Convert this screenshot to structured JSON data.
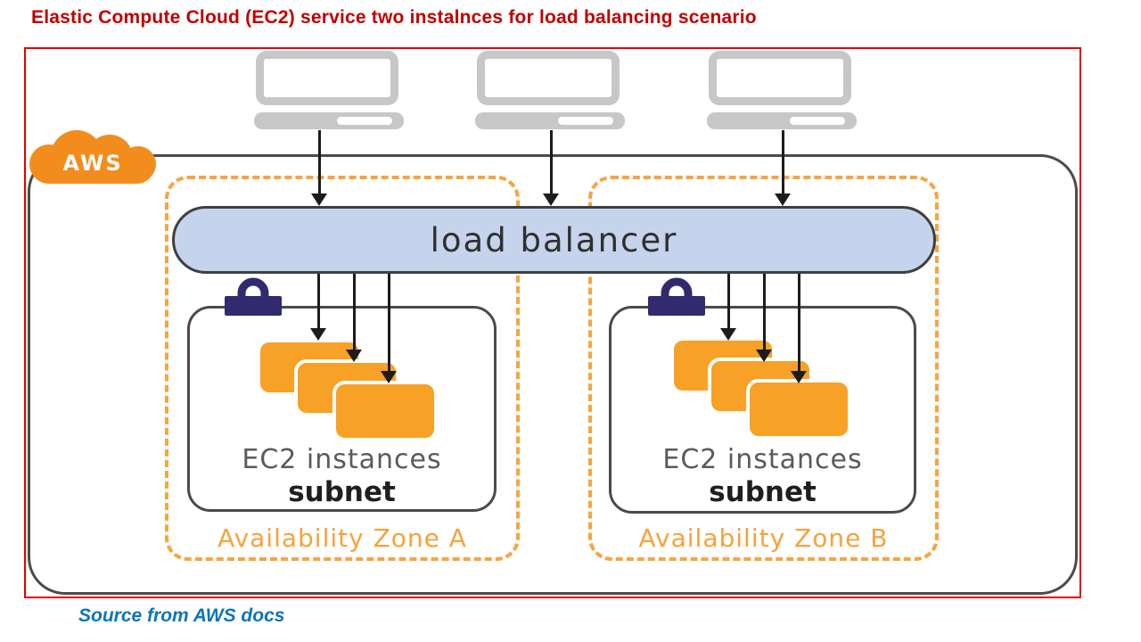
{
  "header": {
    "title": "Elastic Compute Cloud (EC2) service two instalnces for load balancing scenario"
  },
  "footer": {
    "source_note": "Source from AWS docs"
  },
  "diagram": {
    "cloud_label": "AWS",
    "load_balancer_label": "load balancer",
    "zones": [
      {
        "label": "Availability Zone A",
        "instances_label": "EC2 instances",
        "subnet_label": "subnet"
      },
      {
        "label": "Availability Zone B",
        "instances_label": "EC2 instances",
        "subnet_label": "subnet"
      }
    ],
    "colors": {
      "title_red": "#C00000",
      "frame_red": "#E60000",
      "source_blue": "#0D74BE",
      "instance_orange": "#F7A126",
      "zone_dash_orange": "#F7A440",
      "cloud_orange": "#F28D1D",
      "load_balancer_fill": "#C5D4EC",
      "outline_dark_gray": "#4A4A4A",
      "client_gray": "#C7C7C7",
      "lock_navy": "#312A6E",
      "arrow_black": "#1C1C1C"
    }
  }
}
